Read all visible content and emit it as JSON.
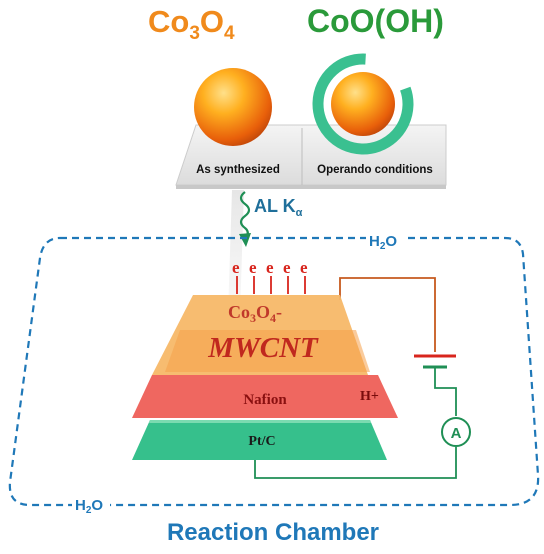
{
  "title_left": {
    "base": "Co",
    "sub1": "3",
    "mid": "O",
    "sub2": "4"
  },
  "title_right": "CoO(OH)",
  "panel": {
    "left_label": "As synthesized",
    "right_label": "Operando conditions"
  },
  "xray": {
    "label": "AL K",
    "sub": "α"
  },
  "chamber": {
    "h2o_top": {
      "base": "H",
      "sub": "2",
      "tail": "O"
    },
    "h2o_bottom": {
      "base": "H",
      "sub": "2",
      "tail": "O"
    },
    "caption": "Reaction Chamber"
  },
  "electrons": [
    "e",
    "e",
    "e",
    "e",
    "e"
  ],
  "layers": {
    "co3o4_label": {
      "base": "Co",
      "sub1": "3",
      "mid": "O",
      "sub2": "4",
      "tail": "-"
    },
    "mwcnt_label": "MWCNT",
    "nafion_label": "Nafion",
    "proton_label": "H+",
    "ptc_label": "Pt/C"
  },
  "circuit": {
    "ammeter_label": "A"
  },
  "colors": {
    "orange_text": "#f08a1c",
    "green_text": "#2a9a3a",
    "blue": "#1f78b8",
    "orange_layer": "#f7b868",
    "red_layer": "#ee5a52",
    "green_layer": "#36c08c",
    "electron_red": "#d8251d",
    "wire_orange": "#c65a1e",
    "wire_green": "#1f8f55"
  }
}
